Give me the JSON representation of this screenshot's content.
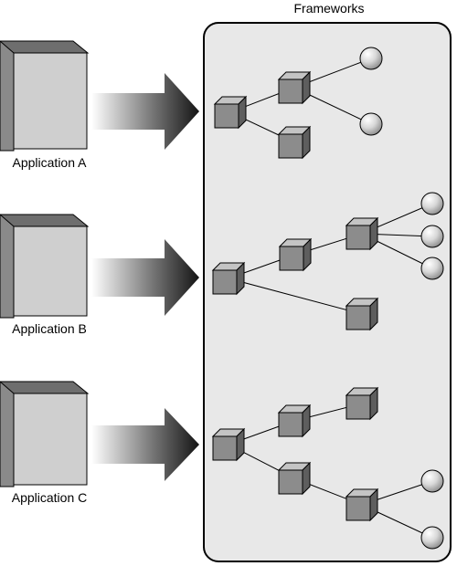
{
  "title": "Frameworks",
  "applications": [
    {
      "label": "Application A"
    },
    {
      "label": "Application B"
    },
    {
      "label": "Application C"
    }
  ],
  "colors": {
    "panel_fill": "#e8e8e8",
    "panel_stroke": "#000000",
    "cube_front": "#8c8c8c",
    "cube_top": "#c4c4c4",
    "cube_side": "#5e5e5e",
    "app_front": "#cfcfcf",
    "app_side": "#8a8a8a",
    "app_top": "#6e6e6e",
    "arrow_dark": "#1a1a1a"
  },
  "icons": [
    "application-box-icon",
    "arrow-icon",
    "component-cube-icon",
    "leaf-sphere-icon"
  ]
}
